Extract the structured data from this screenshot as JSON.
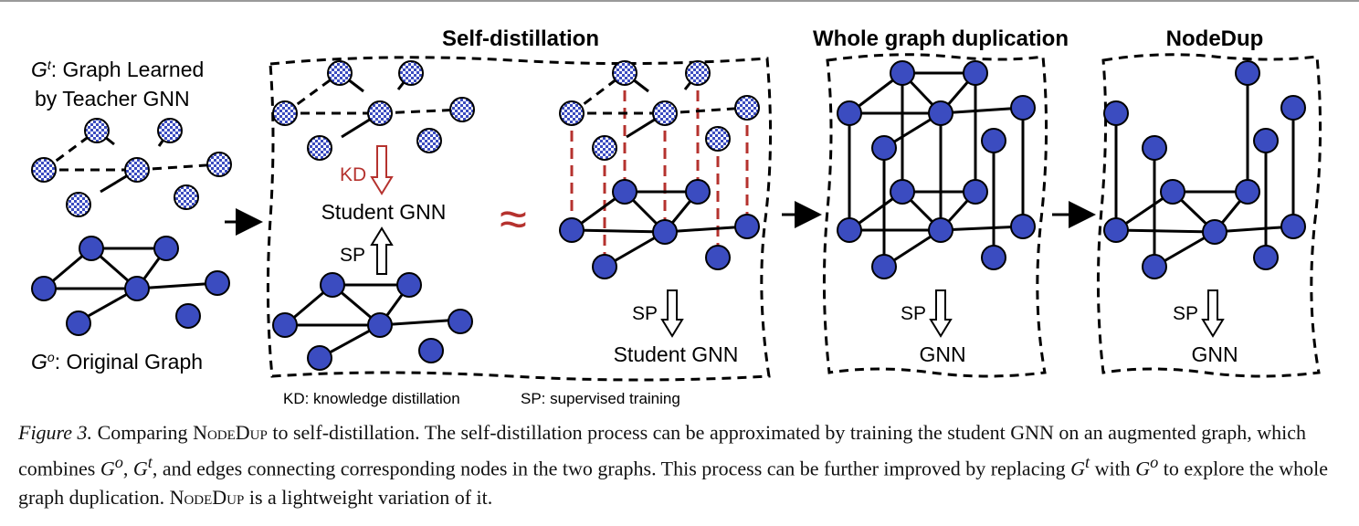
{
  "panels": {
    "self_distillation_title": "Self-distillation",
    "whole_graph_title": "Whole graph duplication",
    "nodedup_title": "NodeDup"
  },
  "labels": {
    "teacher_graph_line1": "G",
    "teacher_graph_sup": "t",
    "teacher_graph_rest1": ": Graph Learned",
    "teacher_graph_line2": "by Teacher GNN",
    "original_graph_main": "G",
    "original_graph_sup": "o",
    "original_graph_rest": ": Original Graph",
    "kd": "KD",
    "sp": "SP",
    "student_gnn": "Student GNN",
    "gnn": "GNN",
    "approx": "≈"
  },
  "legend": {
    "kd_def": "KD: knowledge distillation",
    "sp_def": "SP: supervised training"
  },
  "caption": {
    "figure_label": "Figure 3.",
    "part1": " Comparing ",
    "nodedup_name": "NodeDup",
    "part2": " to self-distillation. The self-distillation process can be approximated by training the student GNN on an augmented graph, which combines ",
    "go": "G",
    "go_sup": "o",
    "sep1": ", ",
    "gt": "G",
    "gt_sup": "t",
    "part3": ", and edges connecting corresponding nodes in the two graphs. This process can be further improved by replacing ",
    "gt2": "G",
    "gt2_sup": "t",
    "part4": " with ",
    "go2": "G",
    "go2_sup": "o",
    "part5": " to explore the whole graph duplication. ",
    "nodedup_name2": "NodeDup",
    "part6": " is a lightweight variation of it."
  },
  "colors": {
    "node_fill": "#3b4cc0",
    "node_stroke": "#000000",
    "kd_color": "#b5322e",
    "dashed_link": "#b5322e"
  }
}
